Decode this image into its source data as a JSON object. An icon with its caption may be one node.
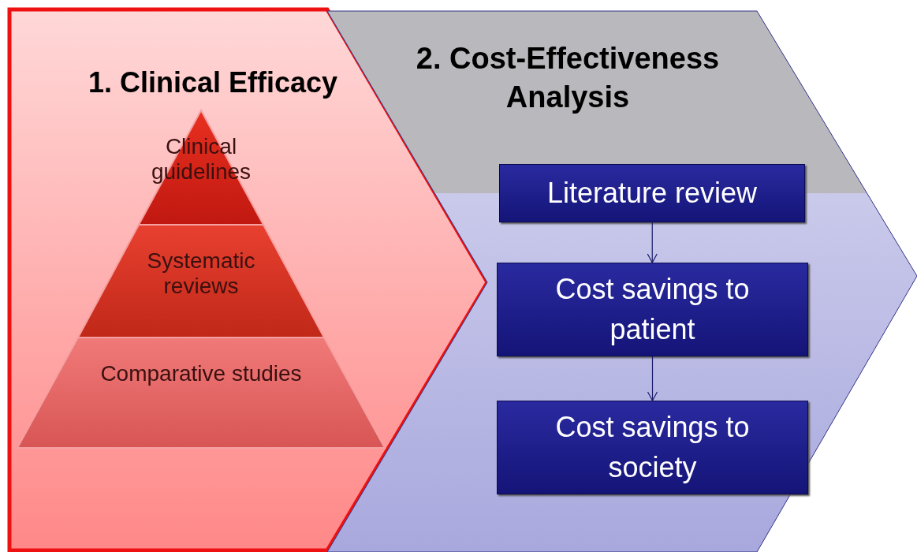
{
  "diagram": {
    "nodes": [
      {
        "text": [
          "1. Clinical Efficacy"
        ]
      },
      {
        "text": [
          "Clinical guidelines"
        ],
        "in": 0
      },
      {
        "text": [
          "Systematic reviews"
        ],
        "in": 0
      },
      {
        "text": [
          "Comparative studies"
        ],
        "in": 0
      },
      {
        "text": [
          "2. Cost-Effectiveness Analysis"
        ]
      },
      {
        "text": [
          "Literature review"
        ],
        "in": 4
      },
      {
        "text": [
          "Cost savings to patient"
        ],
        "in": 4
      },
      {
        "text": [
          "Cost savings to society"
        ],
        "in": 4
      }
    ],
    "edges": [
      {
        "from": 5,
        "to": 6,
        "arrow": "to"
      },
      {
        "from": 6,
        "to": 7,
        "arrow": "to"
      }
    ]
  }
}
